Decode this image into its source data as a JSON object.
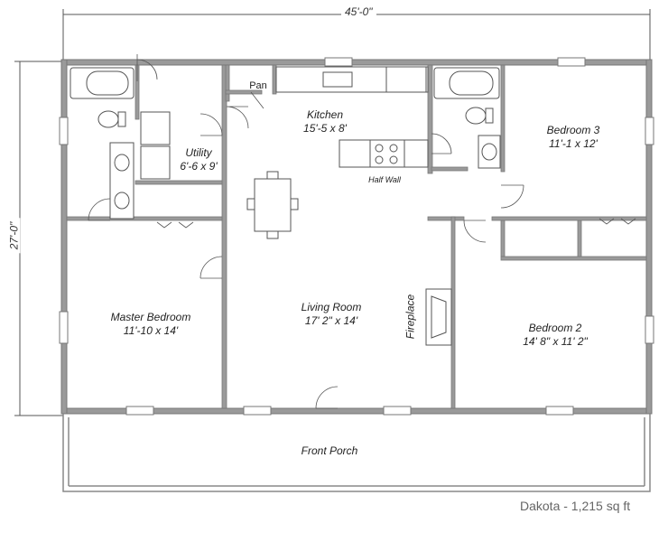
{
  "dimensions": {
    "width": "45'-0\"",
    "depth": "27'-0\""
  },
  "rooms": {
    "kitchen": {
      "name": "Kitchen",
      "size": "15'-5 x 8'"
    },
    "utility": {
      "name": "Utility",
      "size": "6'-6 x 9'"
    },
    "bedroom3": {
      "name": "Bedroom 3",
      "size": "11'-1 x 12'"
    },
    "master": {
      "name": "Master Bedroom",
      "size": "11'-10 x 14'"
    },
    "living": {
      "name": "Living Room",
      "size": "17' 2\" x 14'"
    },
    "bedroom2": {
      "name": "Bedroom 2",
      "size": "14' 8\" x 11' 2\""
    },
    "porch": {
      "name": "Front Porch"
    }
  },
  "labels": {
    "pan": "Pan",
    "half_wall": "Half Wall",
    "fireplace": "Fireplace"
  },
  "caption": "Dakota - 1,215 sq ft",
  "colors": {
    "wall": "#8a8a8a",
    "line": "#555555",
    "text": "#222222"
  }
}
